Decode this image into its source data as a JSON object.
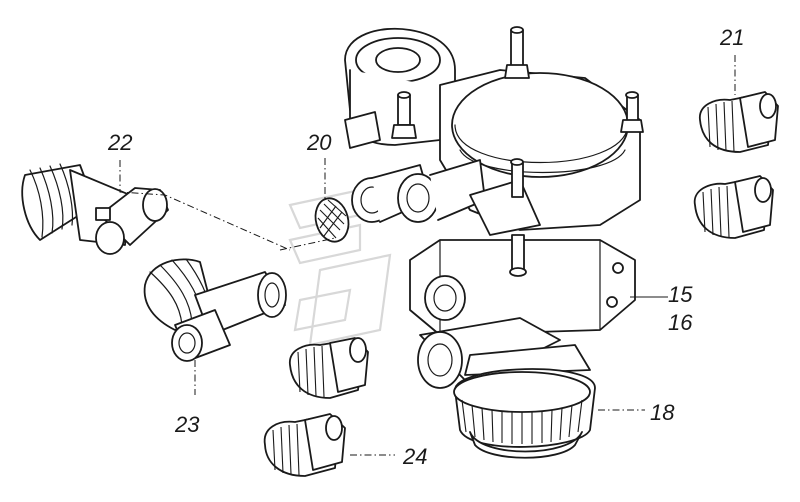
{
  "callouts": {
    "c15": "15",
    "c16": "16",
    "c18": "18",
    "c20": "20",
    "c21": "21",
    "c22": "22",
    "c23": "23",
    "c24": "24"
  },
  "colors": {
    "line": "#1a1a1a",
    "background": "#ffffff",
    "watermark": "#d8d8d8"
  }
}
